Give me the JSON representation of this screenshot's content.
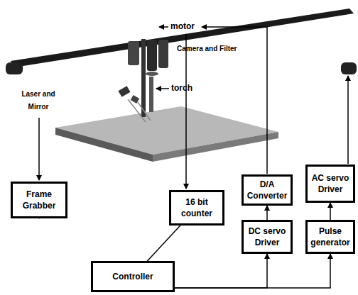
{
  "diagram": {
    "nodes": [
      {
        "text": [
          "Frame Grabber"
        ]
      },
      {
        "text": [
          "16 bit counter"
        ]
      },
      {
        "text": [
          "D/A Converter"
        ]
      },
      {
        "text": [
          "AC servo Driver"
        ]
      },
      {
        "text": [
          "DC servo Driver"
        ]
      },
      {
        "text": [
          "Pulse generator"
        ]
      },
      {
        "text": [
          "Controller"
        ]
      }
    ],
    "edges": [
      {
        "from": 0,
        "to": 6,
        "arrow": "to"
      },
      {
        "from": 1,
        "to": 6,
        "arrow": "to"
      },
      {
        "from": 6,
        "to": 4,
        "arrow": "to"
      },
      {
        "from": 6,
        "to": 5,
        "arrow": "to"
      },
      {
        "from": 4,
        "to": 2,
        "arrow": "to"
      },
      {
        "from": 5,
        "to": 3,
        "arrow": "to"
      }
    ],
    "labels": [
      "motor",
      "Camera and Filter",
      "torch",
      "Laser and Mirror"
    ]
  }
}
